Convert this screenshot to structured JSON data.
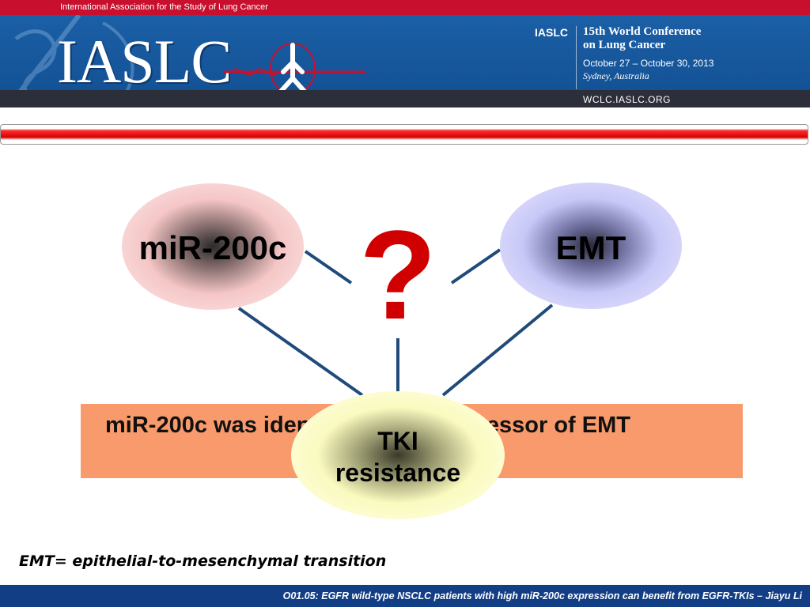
{
  "header": {
    "top_text": "International Association for the Study of Lung Cancer",
    "logo_text": "IASLC",
    "org_abbrev": "IASLC",
    "conference_line1": "15th World Conference",
    "conference_line2": "on Lung Cancer",
    "dates": "October 27 – October 30, 2013",
    "location": "Sydney, Australia",
    "website": "WCLC.IASLC.ORG"
  },
  "diagram": {
    "node_mir": "miR-200c",
    "node_emt": "EMT",
    "question_mark": "?",
    "node_tki_line1": "TKI",
    "node_tki_line2": "resistance",
    "statement": "miR-200c was identified as a suppressor of EMT"
  },
  "footnote": "EMT= epithelial-to-mesenchymal transition",
  "footer": {
    "text": "O01.05: EGFR wild-type NSCLC patients with high miR-200c expression can benefit from EGFR-TKIs  – Jiayu Li"
  },
  "colors": {
    "top_bar": "#c8102e",
    "banner_blue": "#1b5fa6",
    "footer_blue": "#123e86",
    "mir_node": "#f5c6c6",
    "emt_node": "#c8c8f8",
    "tki_node": "#fafac0",
    "statement_box": "#f89a6b",
    "question_mark": "#d10000",
    "connector": "#1f4a7a"
  },
  "icons": [
    "lungs-emblem-icon",
    "caduceus-decoration"
  ]
}
